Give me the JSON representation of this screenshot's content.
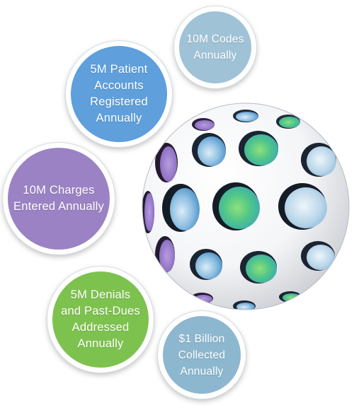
{
  "bubbles": [
    {
      "id": "codes",
      "label": "10M Codes Annually",
      "color": "#9fc2d6"
    },
    {
      "id": "patient",
      "label": "5M Patient Accounts Registered Annually",
      "color": "#5e9fdc"
    },
    {
      "id": "charges",
      "label": "10M Charges Entered Annually",
      "color": "#9b82c4"
    },
    {
      "id": "denials",
      "label": "5M Denials and Past-Dues Addressed Annually",
      "color": "#7dc24e"
    },
    {
      "id": "billion",
      "label": "$1 Billion Collected Annually",
      "color": "#8cb7cf"
    }
  ],
  "sphere": {
    "accent_colors": [
      "#5ba3e8",
      "#5ec87a",
      "#9b7ac9",
      "#b9d6ea"
    ]
  }
}
